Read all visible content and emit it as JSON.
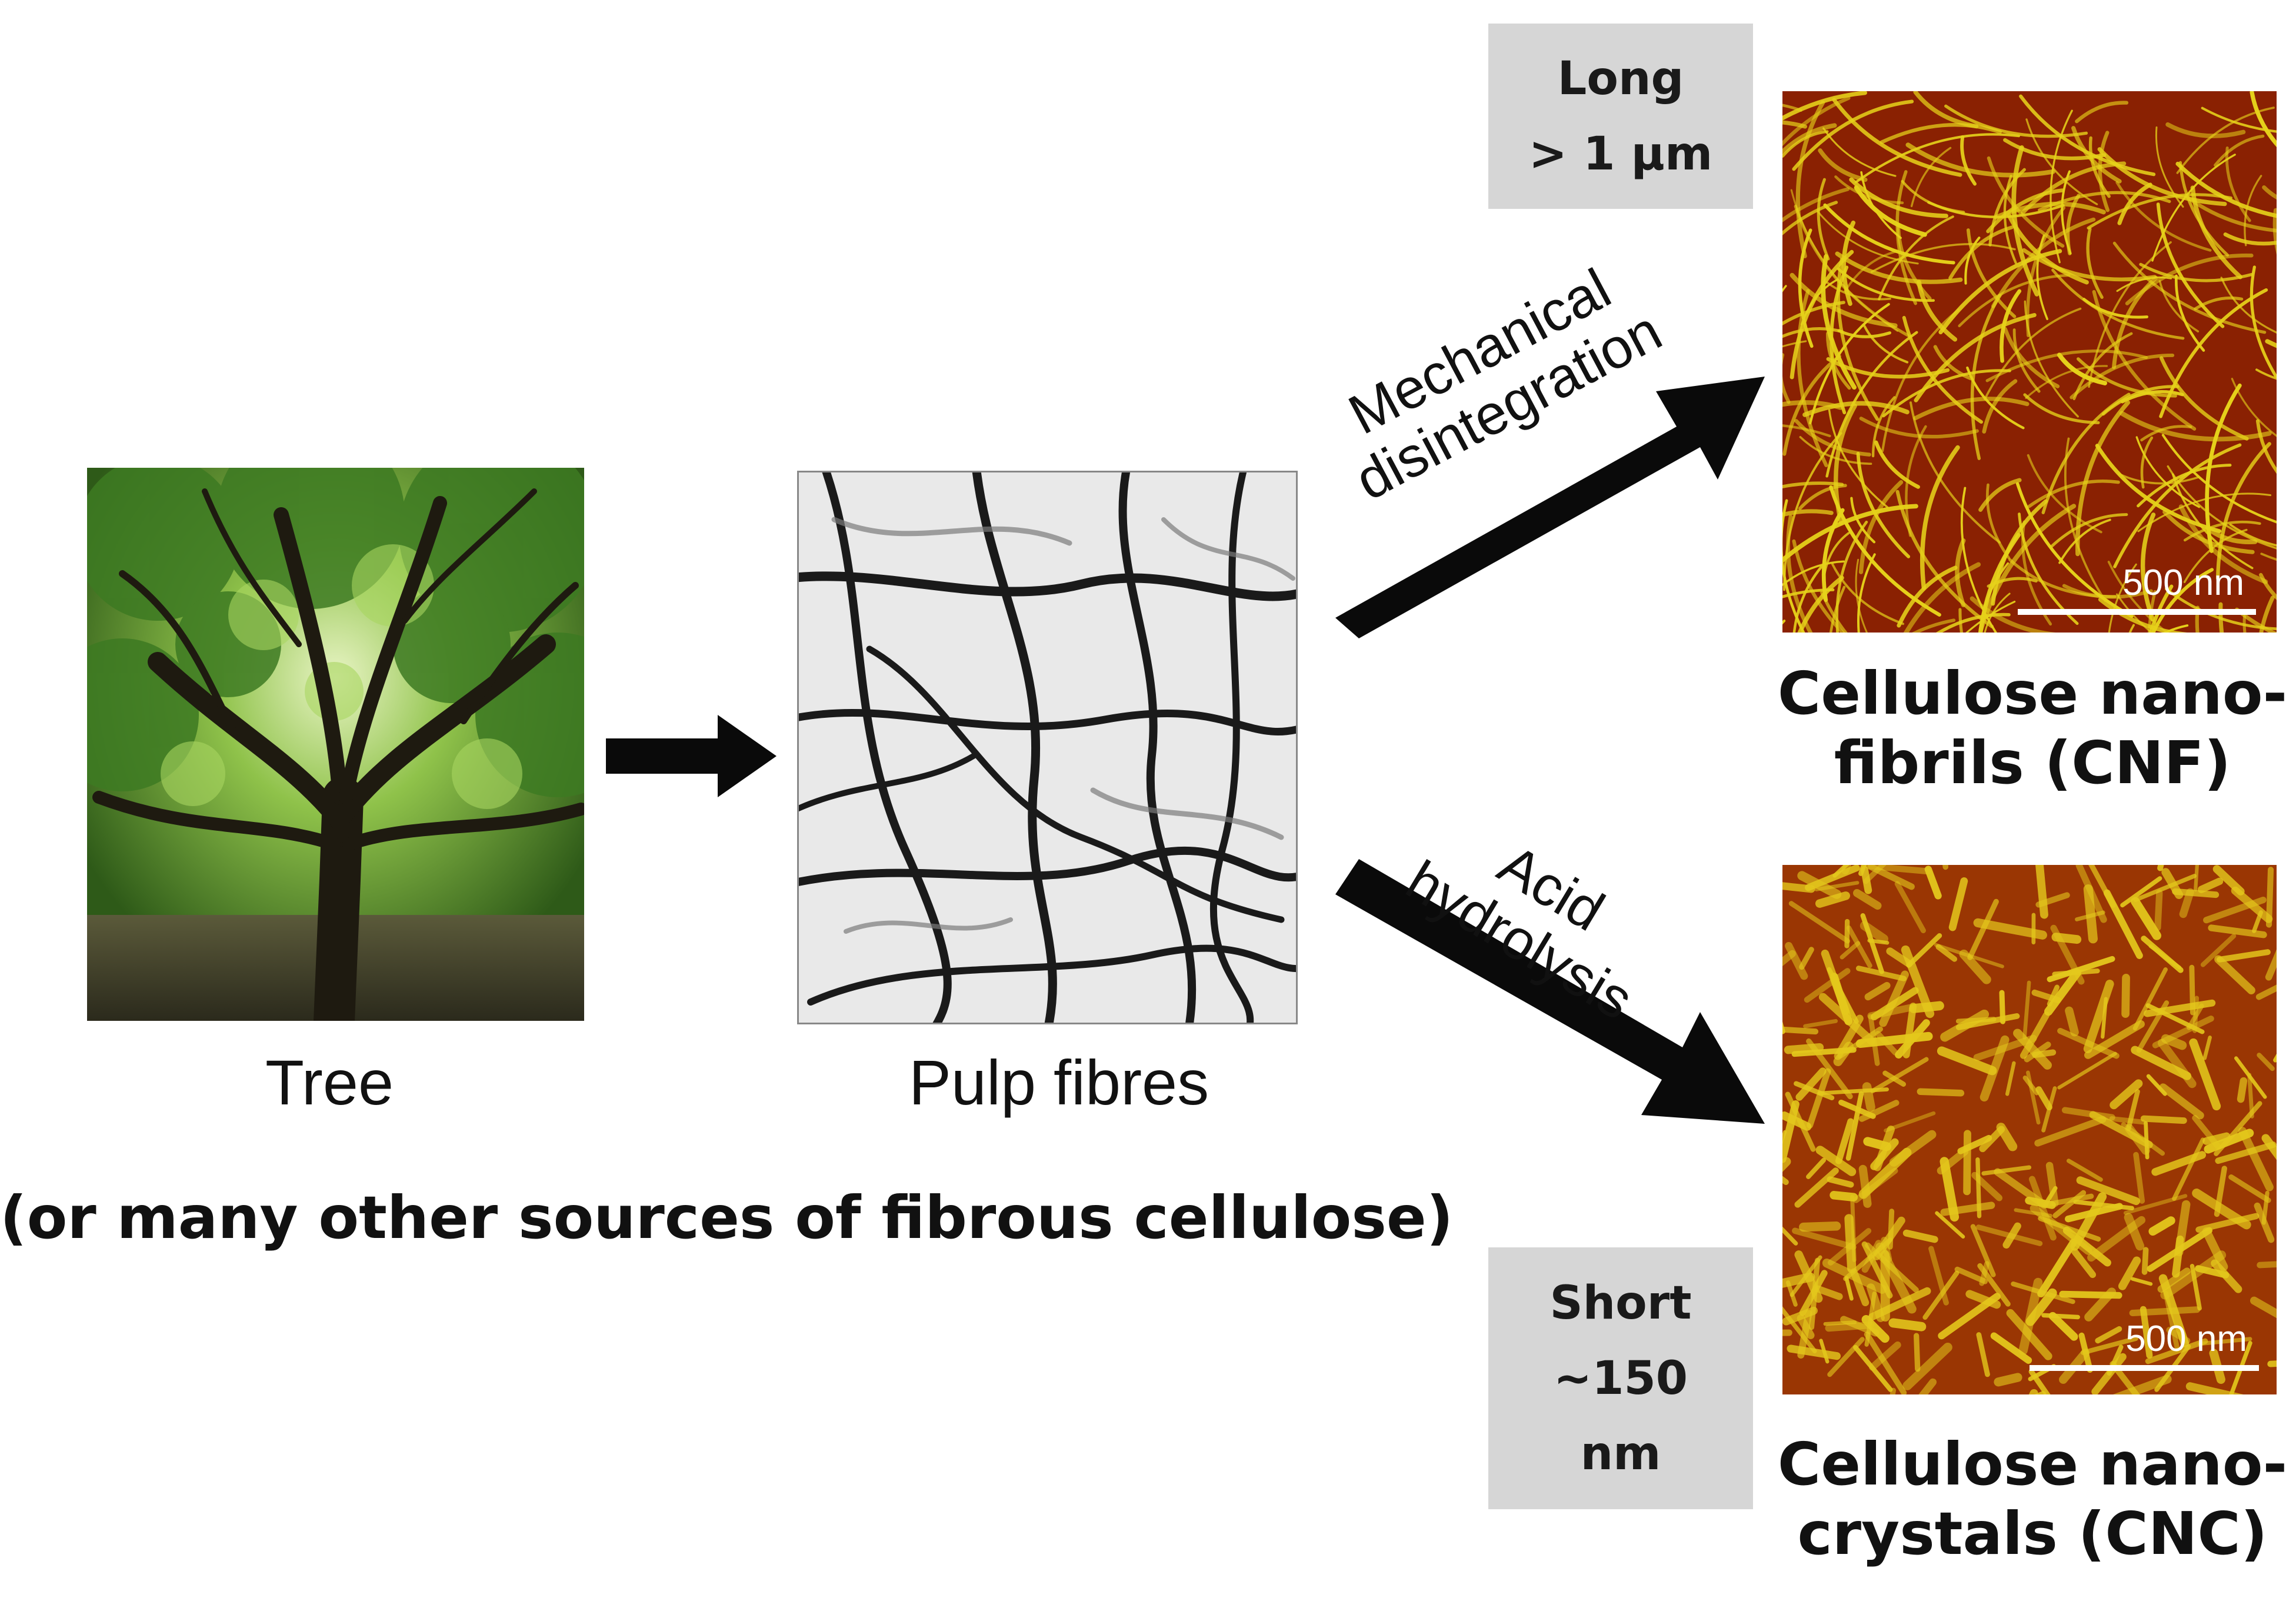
{
  "stages": {
    "tree": {
      "label": "Tree",
      "image": "tree-photo"
    },
    "pulp": {
      "label": "Pulp fibres",
      "image": "pulp-fibres-micrograph"
    },
    "sources_note": "(or many other sources of fibrous cellulose)"
  },
  "routes": {
    "mechanical": {
      "line1": "Mechanical",
      "line2": "disintegration"
    },
    "acid": {
      "line1": "Acid",
      "line2": "hydrolysis"
    }
  },
  "products": {
    "cnf": {
      "label_line1": "Cellulose nano-",
      "label_line2": "fibrils (CNF)",
      "scale": "500 nm",
      "size_line1": "Long",
      "size_line2": "> 1 µm",
      "image": "cnf-afm-image"
    },
    "cnc": {
      "label_line1": "Cellulose nano-",
      "label_line2": "crystals (CNC)",
      "scale": "500 nm",
      "size_line1": "Short",
      "size_line2": "~150",
      "size_line3": "nm",
      "image": "cnc-afm-image"
    }
  },
  "colors": {
    "arrow": "#0a0a0a",
    "size_box": "#d6d6d6",
    "afm_background": "#7a1400",
    "afm_fibre": "#e6d21a",
    "foliage": "#4f8a2a"
  }
}
